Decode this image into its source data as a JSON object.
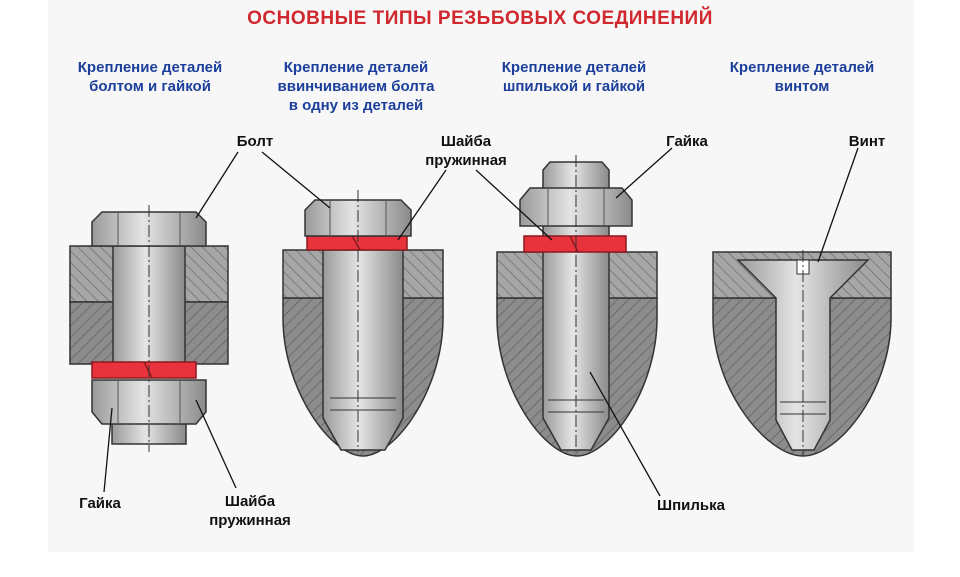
{
  "title": "ОСНОВНЫЕ ТИПЫ РЕЗЬБОВЫХ СОЕДИНЕНИЙ",
  "headings": [
    "Крепление деталей\nболтом  и  гайкой",
    "Крепление  деталей\nввинчиванием болта\nв одну из деталей",
    "Крепление деталей\nшпилькой и гайкой",
    "Крепление деталей\nвинтом"
  ],
  "labels": {
    "bolt": "Болт",
    "spring_washer_top": "Шайба\nпружинная",
    "nut_top": "Гайка",
    "screw": "Винт",
    "nut_bottom": "Гайка",
    "spring_washer_bottom": "Шайба\nпружинная",
    "stud": "Шпилька"
  },
  "colors": {
    "title": "#d0282e",
    "heading": "#1b3f9b",
    "metal": "#c4c4c4",
    "part": "#8c8c8c",
    "washer": "#e8323c"
  }
}
